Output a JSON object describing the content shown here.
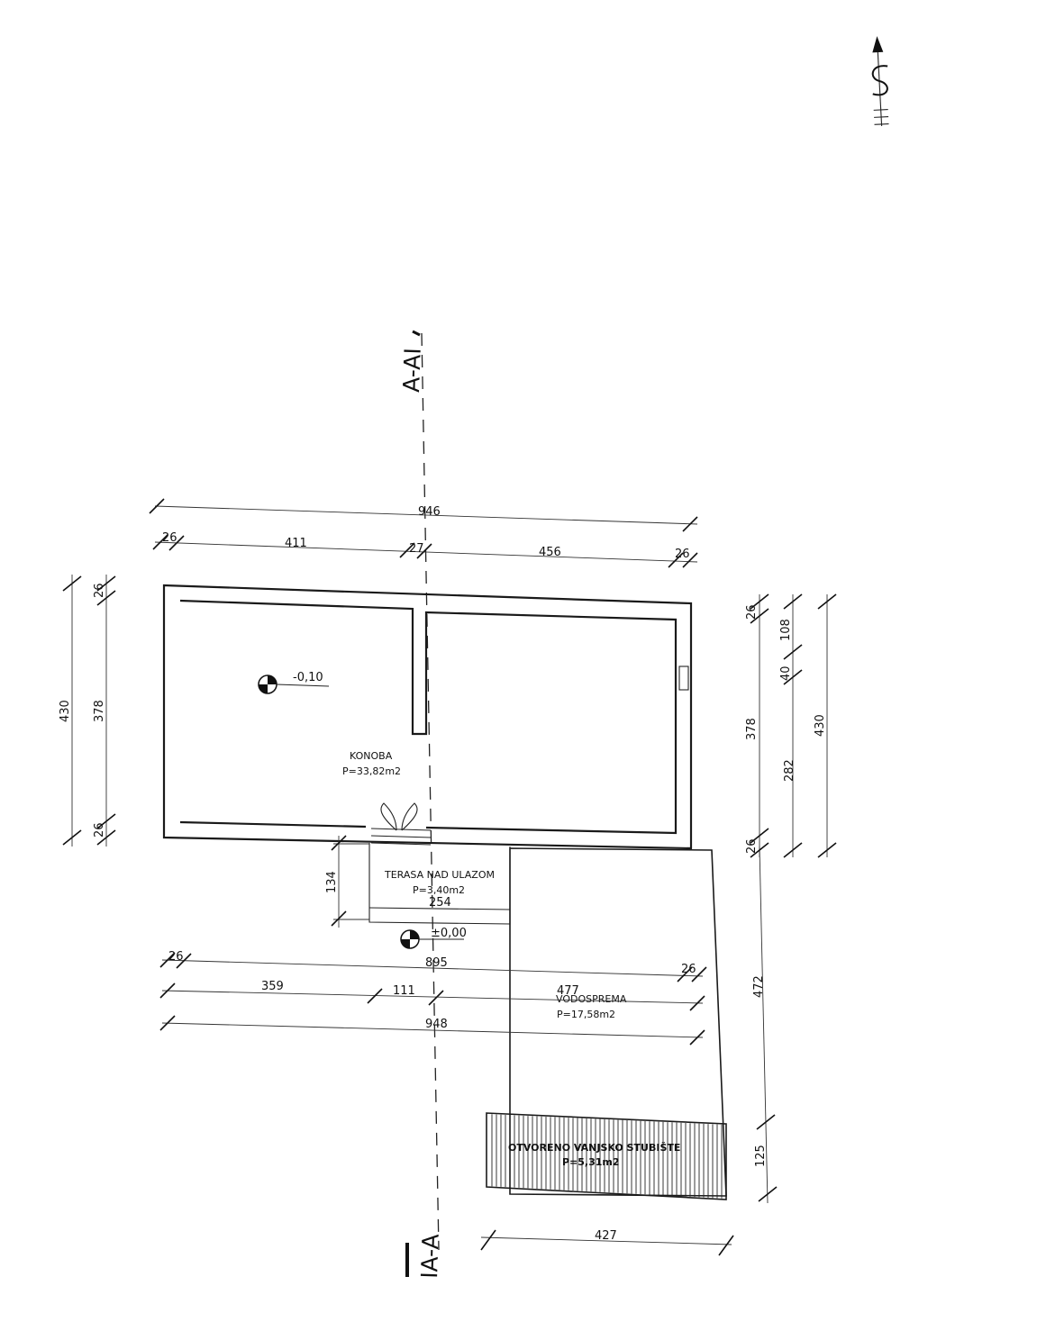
{
  "section_marks": {
    "top": "A-AI",
    "bottom": "IA-A"
  },
  "rooms": {
    "konoba": {
      "name": "KONOBA",
      "area": "P=33,82m2"
    },
    "terasa": {
      "name": "TERASA NAD ULAZOM",
      "area": "P=3,40m2"
    },
    "vodosprema": {
      "name": "VODOSPREMA",
      "area": "P=17,58m2"
    },
    "stubiste": {
      "name": "OTVORENO VANJSKO STUBIŠTE",
      "area": "P=5,31m2"
    }
  },
  "levels": {
    "konoba": "-0,10",
    "entrance": "±0,00"
  },
  "dims": {
    "top_total": "946",
    "top_wall_left": "26",
    "top_room_left": "411",
    "top_partition": "27",
    "top_room_right": "456",
    "top_wall_right": "26",
    "left_total": "430",
    "left_inner": "378",
    "left_wall_top": "26",
    "left_wall_bottom": "26",
    "right_wall_top": "26",
    "right_inner": "378",
    "right_wall_bottom": "26",
    "right_seg_108": "108",
    "right_seg_40": "40",
    "right_seg_282": "282",
    "right_total": "430",
    "terrace_depth": "134",
    "terrace_width": "254",
    "bottom_895": "895",
    "bottom_wall_left": "26",
    "bottom_wall_right": "26",
    "bottom_359": "359",
    "bottom_111": "111",
    "bottom_477": "477",
    "bottom_948": "948",
    "tank_472": "472",
    "stair_125": "125",
    "stair_427": "427"
  }
}
